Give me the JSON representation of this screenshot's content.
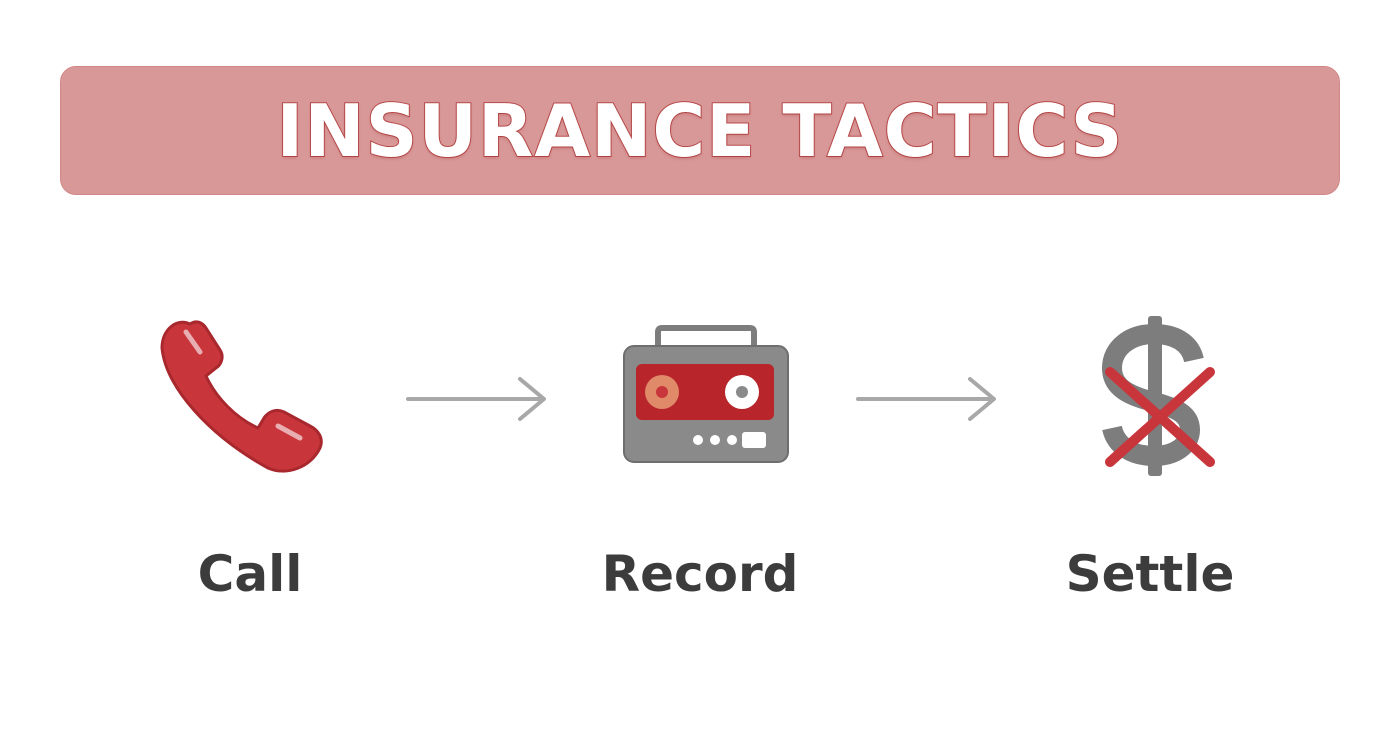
{
  "title": "INSURANCE TACTICS",
  "colors": {
    "banner_fill": "#d99898",
    "accent_red": "#c8363c",
    "icon_gray": "#7d7d7d",
    "arrow_gray": "#a8a8a8",
    "label_text": "#3c3c3c"
  },
  "steps": [
    {
      "label": "Call",
      "icon": "phone-icon"
    },
    {
      "label": "Record",
      "icon": "cassette-recorder-icon"
    },
    {
      "label": "Settle",
      "icon": "crossed-dollar-icon"
    }
  ],
  "connectors": [
    "arrow-right-icon",
    "arrow-right-icon"
  ]
}
